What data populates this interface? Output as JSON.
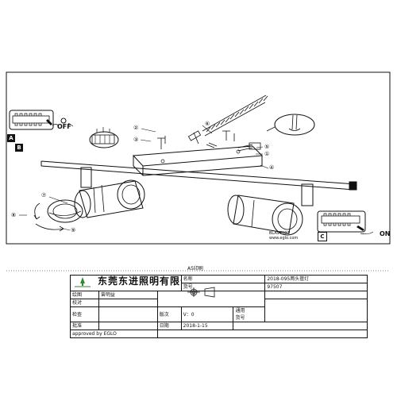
{
  "labels": {
    "a": "A",
    "b": "B",
    "c": "C",
    "off": "OFF",
    "on": "ON",
    "callouts": [
      "①",
      "②",
      "③",
      "④",
      "⑤",
      "⑥",
      "⑦",
      "⑧",
      "⑨"
    ],
    "model_code": "BLA97507",
    "website": "www.eglo.com"
  },
  "print_spec": "A5印刷",
  "title_block": {
    "company": "东莞东进照明有限公司",
    "label_name": "名称",
    "value_name": "2018-095两头管灯",
    "label_model": "货号",
    "value_model": "97507",
    "label_drawn": "绘图",
    "value_drawn": "曾明益",
    "label_check": "校对",
    "label_inspect": "检查",
    "label_version": "版次",
    "value_version": "V：0",
    "label_general": "通用",
    "label_item_no": "货号",
    "label_approve": "批准",
    "label_date": "日期",
    "value_date": "2018-1-15",
    "approved_by": "approved by EGLO"
  }
}
